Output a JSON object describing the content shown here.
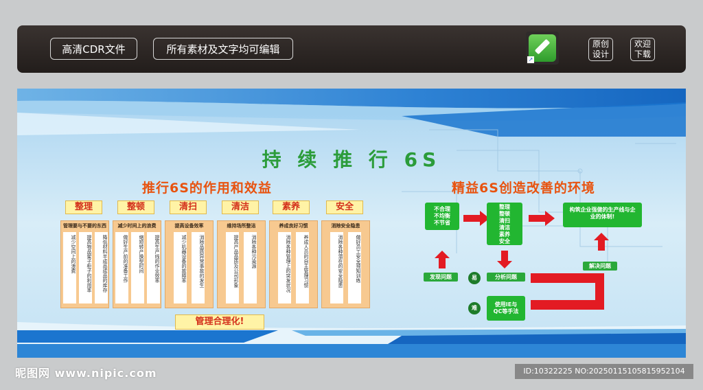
{
  "topbar": {
    "btn1": "高清CDR文件",
    "btn2": "所有素材及文字均可编辑",
    "app_icon": "cdr-pen-icon",
    "btn3": "原创设计",
    "btn4": "欢迎下载"
  },
  "board": {
    "title": "持 续 推 行 6S",
    "left_subtitle": "推行6S的作用和效益",
    "right_subtitle": "精益6S创造改善的环境",
    "tags": [
      "整理",
      "整顿",
      "清扫",
      "清洁",
      "素养",
      "安全"
    ],
    "columns": [
      {
        "head": "管理要与不要的东西",
        "lines": [
          "减少空间上的浪费",
          "提高物品架子柜子的利用率",
          "降低材料半成品成品的库存"
        ]
      },
      {
        "head": "减少时间上的浪费",
        "lines": [
          "做好生产前的准备工作",
          "缩短转产换型时间",
          "提高生产线的作业效率"
        ]
      },
      {
        "head": "提高设备效率",
        "lines": [
          "减少机器设备的故障率",
          "消除品质异常事故的发生"
        ]
      },
      {
        "head": "维持场所整洁",
        "lines": [
          "提高产品品质及公司形象",
          "消除各种污染源"
        ]
      },
      {
        "head": "养成良好习惯",
        "lines": [
          "消除各种管理上的突发状况",
          "养成人员的自主管理习惯"
        ]
      },
      {
        "head": "消除安全隐患",
        "lines": [
          "消除各种潜在的安全隐患",
          "做好员工安全预知训练"
        ]
      }
    ],
    "management_label": "管理合理化!",
    "flow": {
      "box1": "不合理\n不均衡\n不节省",
      "box2": "整理\n整顿\n清扫\n清洁\n素养\n安全",
      "box3": "构筑企业强健的生产线与企业的体制!",
      "find": "发现问题",
      "analyze": "分析问题",
      "solve": "解决问题",
      "easy": "易",
      "hard": "难",
      "method": "使用IE与\nQC等手法"
    }
  },
  "footer": {
    "logo": "昵图网 www.nipic.com",
    "id_text": "ID:10322225 NO:20250115105815952104"
  },
  "colors": {
    "green": "#22b631",
    "red": "#e31b23",
    "orange": "#e8530f",
    "blue": "#1a6fd0"
  }
}
